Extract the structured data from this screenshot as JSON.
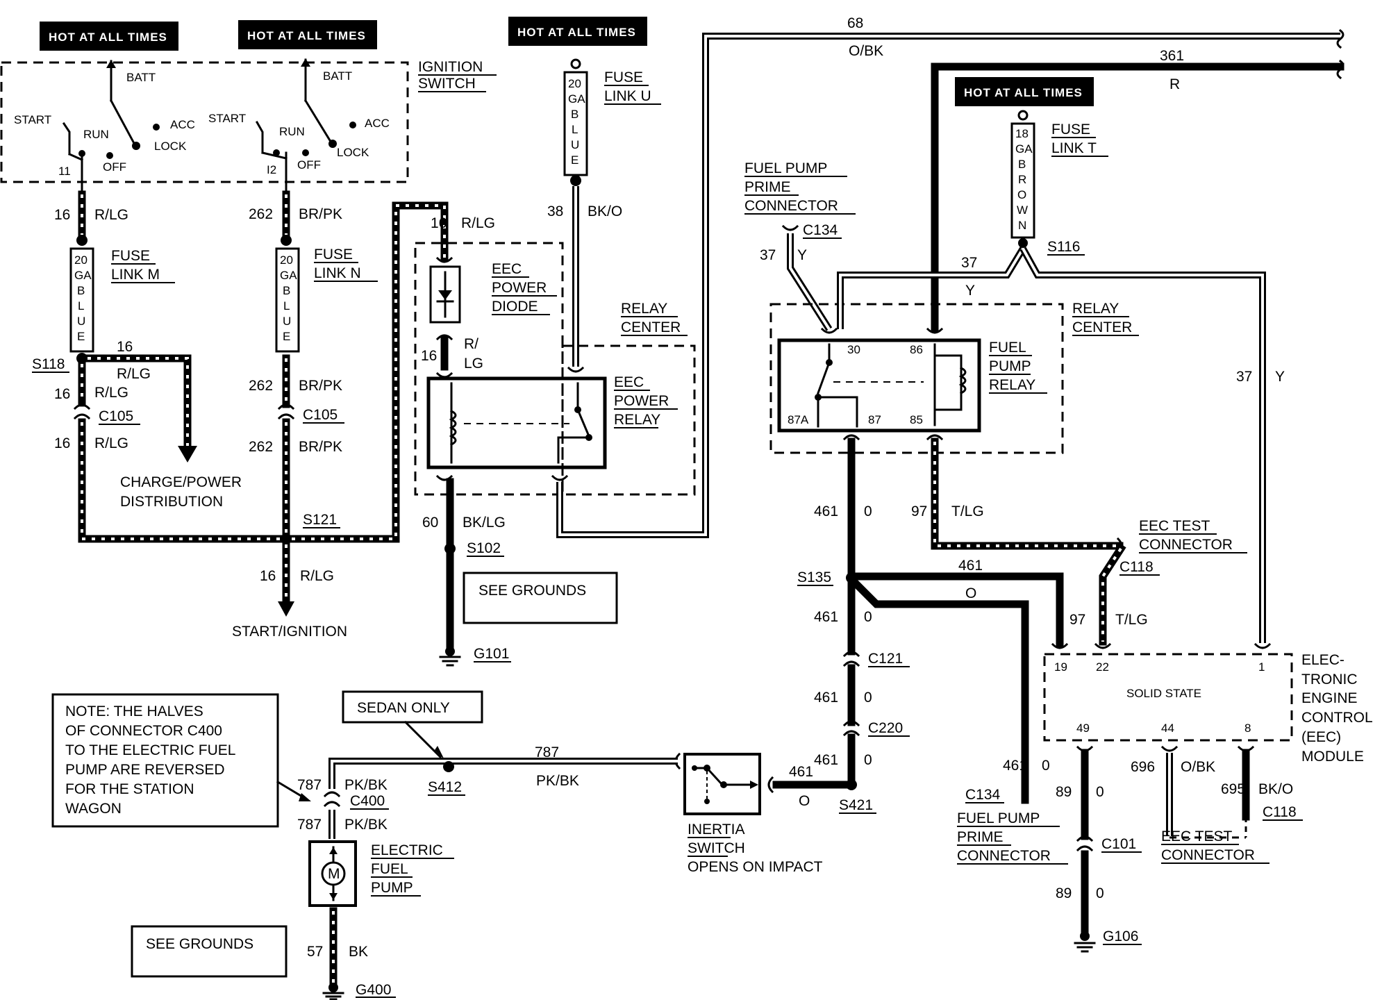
{
  "hot_tags": [
    "HOT AT ALL TIMES",
    "HOT AT ALL TIMES",
    "HOT AT ALL TIMES",
    "HOT AT ALL TIMES"
  ],
  "ignition_switch": {
    "label1": "IGNITION",
    "label2": "SWITCH",
    "batt": "BATT",
    "start": "START",
    "run": "RUN",
    "acc": "ACC",
    "lock": "LOCK",
    "off": "OFF",
    "term1": "11",
    "term2": "I2"
  },
  "fuse_links": [
    {
      "ga": [
        "20",
        "GA",
        "B",
        "L",
        "U",
        "E"
      ],
      "label1": "FUSE",
      "label2": "LINK M"
    },
    {
      "ga": [
        "20",
        "GA",
        "B",
        "L",
        "U",
        "E"
      ],
      "label1": "FUSE",
      "label2": "LINK N"
    },
    {
      "ga": [
        "20",
        "GA",
        "B",
        "L",
        "U",
        "E"
      ],
      "label1": "FUSE",
      "label2": "LINK U"
    },
    {
      "ga": [
        "18",
        "GA",
        "B",
        "R",
        "O",
        "W",
        "N"
      ],
      "label1": "FUSE",
      "label2": "LINK T"
    }
  ],
  "wires": {
    "w16": "16",
    "rlg": "R/LG",
    "r": "R/",
    "lg": "LG",
    "w262": "262",
    "brpk": "BR/PK",
    "w38": "38",
    "bko": "BK/O",
    "w60": "60",
    "bklg": "BK/LG",
    "w68": "68",
    "obk": "O/BK",
    "w361": "361",
    "r_only": "R",
    "w37": "37",
    "y": "Y",
    "w461": "461",
    "o": "O",
    "o0": "0",
    "w97": "97",
    "tlg": "T/LG",
    "w787": "787",
    "pkbk": "PK/BK",
    "w57": "57",
    "bk": "BK",
    "w89": "89",
    "w696": "696",
    "w695": "695",
    "n19": "19",
    "n22": "22",
    "n1": "1",
    "n49": "49",
    "n44": "44",
    "n8": "8"
  },
  "splices": {
    "s118": "S118",
    "s121": "S121",
    "s102": "S102",
    "s116": "S116",
    "s135": "S135",
    "s412": "S412",
    "s421": "S421"
  },
  "connectors": {
    "c105": "C105",
    "c134": "C134",
    "c121": "C121",
    "c220": "C220",
    "c118": "C118",
    "c400": "C400",
    "c101": "C101"
  },
  "grounds": {
    "g101": "G101",
    "g400": "G400",
    "g106": "G106"
  },
  "eec_diode": [
    "EEC",
    "POWER",
    "DIODE"
  ],
  "eec_relay": [
    "EEC",
    "POWER",
    "RELAY"
  ],
  "relay_center": [
    "RELAY",
    "CENTER"
  ],
  "fuel_pump_relay": {
    "label": [
      "FUEL",
      "PUMP",
      "RELAY"
    ],
    "p30": "30",
    "p86": "86",
    "p87a": "87A",
    "p87": "87",
    "p85": "85"
  },
  "fuel_pump_prime": [
    "FUEL PUMP",
    "PRIME",
    "CONNECTOR"
  ],
  "eec_test": [
    "EEC TEST",
    "CONNECTOR"
  ],
  "eec_module": {
    "inner": "SOLID STATE",
    "label": [
      "ELEC-",
      "TRONIC",
      "ENGINE",
      "CONTROL",
      "(EEC)",
      "MODULE"
    ]
  },
  "charge_power": [
    "CHARGE/POWER",
    "DISTRIBUTION"
  ],
  "start_ignition": "START/IGNITION",
  "see_grounds": "SEE GROUNDS",
  "note": [
    "NOTE: THE HALVES",
    "OF CONNECTOR C400",
    "TO THE ELECTRIC FUEL",
    "PUMP ARE REVERSED",
    "FOR THE STATION",
    "WAGON"
  ],
  "sedan_only": "SEDAN ONLY",
  "inertia": [
    "INERTIA",
    "SWITCH",
    "OPENS ON IMPACT"
  ],
  "fuel_pump": [
    "ELECTRIC",
    "FUEL",
    "PUMP"
  ],
  "motor": "M"
}
